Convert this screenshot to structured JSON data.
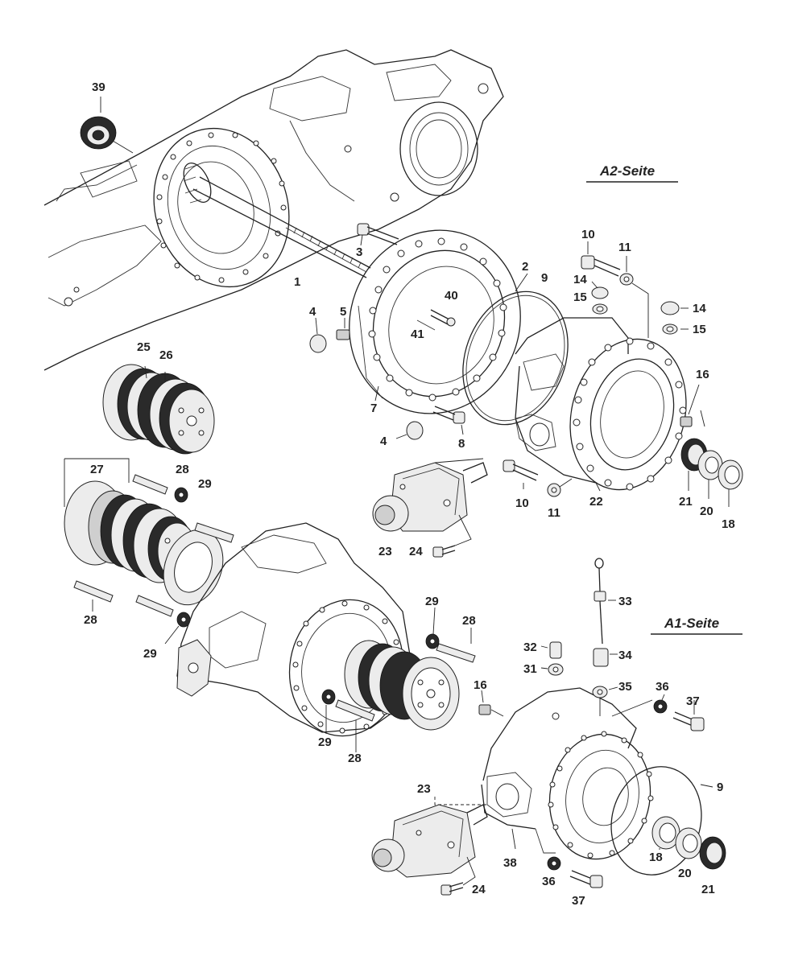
{
  "side_labels": {
    "a2": "A2-Seite",
    "a1": "A1-Seite"
  },
  "callouts": [
    {
      "id": "c39",
      "text": "39"
    },
    {
      "id": "c3",
      "text": "3"
    },
    {
      "id": "c1",
      "text": "1"
    },
    {
      "id": "c10a",
      "text": "10"
    },
    {
      "id": "c11a",
      "text": "11"
    },
    {
      "id": "c2",
      "text": "2"
    },
    {
      "id": "c9a",
      "text": "9"
    },
    {
      "id": "c14a",
      "text": "14"
    },
    {
      "id": "c15a",
      "text": "15"
    },
    {
      "id": "c14b",
      "text": "14"
    },
    {
      "id": "c15b",
      "text": "15"
    },
    {
      "id": "c40",
      "text": "40"
    },
    {
      "id": "c41",
      "text": "41"
    },
    {
      "id": "c4a",
      "text": "4"
    },
    {
      "id": "c5",
      "text": "5"
    },
    {
      "id": "c25",
      "text": "25"
    },
    {
      "id": "c26",
      "text": "26"
    },
    {
      "id": "c7",
      "text": "7"
    },
    {
      "id": "c16a",
      "text": "16"
    },
    {
      "id": "c4b",
      "text": "4"
    },
    {
      "id": "c8",
      "text": "8"
    },
    {
      "id": "c27",
      "text": "27"
    },
    {
      "id": "c28a",
      "text": "28"
    },
    {
      "id": "c29a",
      "text": "29"
    },
    {
      "id": "c10b",
      "text": "10"
    },
    {
      "id": "c11b",
      "text": "11"
    },
    {
      "id": "c22",
      "text": "22"
    },
    {
      "id": "c21a",
      "text": "21"
    },
    {
      "id": "c20a",
      "text": "20"
    },
    {
      "id": "c18a",
      "text": "18"
    },
    {
      "id": "c23a",
      "text": "23"
    },
    {
      "id": "c24a",
      "text": "24"
    },
    {
      "id": "c28b",
      "text": "28"
    },
    {
      "id": "c29b",
      "text": "29"
    },
    {
      "id": "c29c",
      "text": "29"
    },
    {
      "id": "c28c",
      "text": "28"
    },
    {
      "id": "c33",
      "text": "33"
    },
    {
      "id": "c32",
      "text": "32"
    },
    {
      "id": "c34",
      "text": "34"
    },
    {
      "id": "c31",
      "text": "31"
    },
    {
      "id": "c35",
      "text": "35"
    },
    {
      "id": "c36a",
      "text": "36"
    },
    {
      "id": "c37a",
      "text": "37"
    },
    {
      "id": "c16b",
      "text": "16"
    },
    {
      "id": "c29d",
      "text": "29"
    },
    {
      "id": "c28d",
      "text": "28"
    },
    {
      "id": "c9b",
      "text": "9"
    },
    {
      "id": "c23b",
      "text": "23"
    },
    {
      "id": "c38",
      "text": "38"
    },
    {
      "id": "c18b",
      "text": "18"
    },
    {
      "id": "c20b",
      "text": "20"
    },
    {
      "id": "c21b",
      "text": "21"
    },
    {
      "id": "c36b",
      "text": "36"
    },
    {
      "id": "c24b",
      "text": "24"
    },
    {
      "id": "c37b",
      "text": "37"
    }
  ]
}
